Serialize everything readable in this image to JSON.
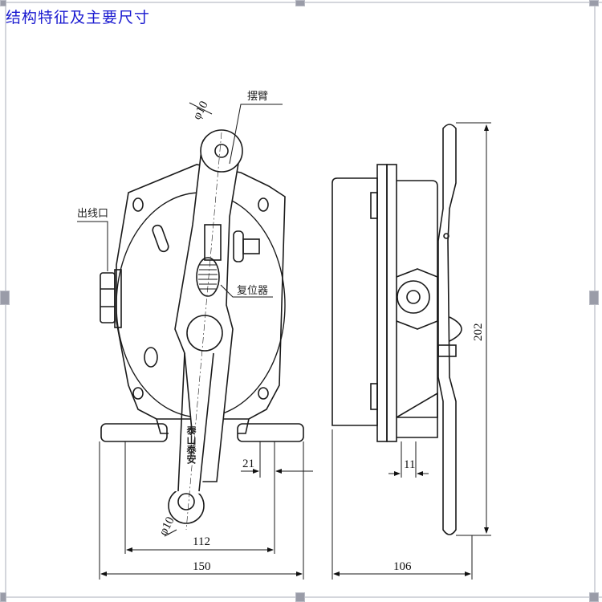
{
  "title": "结构特征及主要尺寸",
  "colors": {
    "title": "#1a1ad0",
    "line": "#1a1a1a",
    "frame": "#d4d6dc",
    "handle": "#9a9ca8"
  },
  "front_view": {
    "labels": {
      "swing_arm": "摆臂",
      "cable_outlet": "出线口",
      "reset_device": "复位器",
      "logo_text": "泰山泰安"
    },
    "dimensions": {
      "top_hole": "φ10",
      "bottom_hole": "φ10",
      "foot_slot": "21",
      "mount_spacing": "112",
      "overall_width": "150"
    }
  },
  "side_view": {
    "dimensions": {
      "slot_width": "11",
      "overall_height": "202",
      "overall_depth": "106"
    }
  },
  "selection_handles": [
    "top-left",
    "top-center",
    "top-right",
    "middle-left",
    "middle-right",
    "bottom-left",
    "bottom-center",
    "bottom-right"
  ]
}
